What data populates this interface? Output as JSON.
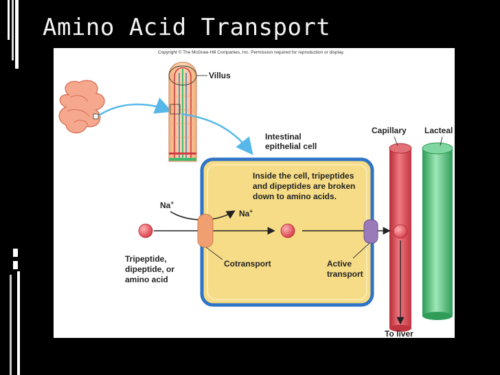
{
  "slide": {
    "title": "Amino Acid Transport",
    "background": "#000000",
    "title_color": "#f4f4f4"
  },
  "figure": {
    "copyright": "Copyright © The McGraw-Hill Companies, Inc. Permission required for reproduction or display.",
    "villus_label": "Villus",
    "cell_label_line1": "Intestinal",
    "cell_label_line2": "epithelial cell",
    "capillary_label": "Capillary",
    "lacteal_label": "Lacteal",
    "inside_text_line1": "Inside the cell, tripeptides",
    "inside_text_line2": "and dipeptides are broken",
    "inside_text_line3": "down to amino acids.",
    "na_outside": "Na",
    "na_inside": "Na",
    "na_charge": "+",
    "molecule_label_line1": "Tripeptide,",
    "molecule_label_line2": "dipeptide, or",
    "molecule_label_line3": "amino acid",
    "cotransport_label": "Cotransport",
    "active_label_line1": "Active",
    "active_label_line2": "transport",
    "to_liver_label": "To liver",
    "colors": {
      "cell_fill": "#f6dc86",
      "cell_border": "#2f74c5",
      "capillary": "#e8525a",
      "lacteal": "#3dbb6d",
      "molecule": "#e0404a",
      "cotransporter": "#f0a070",
      "active_transporter": "#9a7ab8",
      "arrow_blue": "#56b8e8"
    },
    "icons": [
      "small-intestine-icon",
      "villus-icon"
    ]
  }
}
